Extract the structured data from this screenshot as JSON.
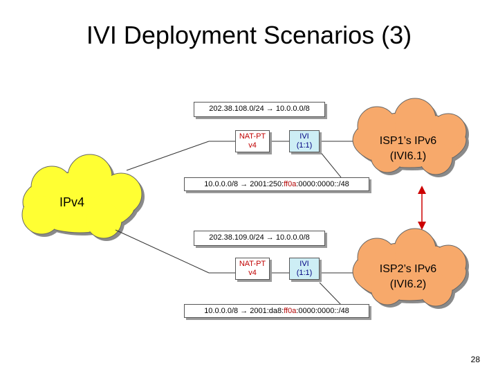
{
  "slide": {
    "title": "IVI Deployment Scenarios (3)",
    "page_number": "28"
  },
  "clouds": {
    "ipv4": {
      "label": "IPv4",
      "color": "#ffff33"
    },
    "isp1": {
      "line1": "ISP1’s IPv6",
      "line2": "(IVI6.1)",
      "color": "#f7a96b"
    },
    "isp2": {
      "line1": "ISP2’s IPv6",
      "line2": "(IVI6.2)",
      "color": "#f7a96b"
    }
  },
  "scenario1": {
    "top_mapping": {
      "from": "202.38.108.0/24",
      "arrow": "→",
      "to": "10.0.0.0/8"
    },
    "nat_pt": {
      "line1": "NAT-PT",
      "line2": "v4"
    },
    "ivi": {
      "line1": "IVI",
      "line2": "(1:1)"
    },
    "bottom_mapping": {
      "from": "10.0.0.0/8",
      "arrow": "→",
      "to_prefix": "2001:250:",
      "to_highlight": "ff0a",
      "to_suffix": ":0000:0000::/48"
    }
  },
  "scenario2": {
    "top_mapping": {
      "from": "202.38.109.0/24",
      "arrow": "→",
      "to": "10.0.0.0/8"
    },
    "nat_pt": {
      "line1": "NAT-PT",
      "line2": "v4"
    },
    "ivi": {
      "line1": "IVI",
      "line2": "(1:1)"
    },
    "bottom_mapping": {
      "from": "10.0.0.0/8",
      "arrow": "→",
      "to_prefix": "2001:da8:",
      "to_highlight": "ff0a",
      "to_suffix": ":0000:0000::/48"
    }
  },
  "colors": {
    "link": "#333333",
    "peering_arrow": "#cc0000",
    "nat_text": "#c00000",
    "ivi_fill": "#cdeef5"
  }
}
